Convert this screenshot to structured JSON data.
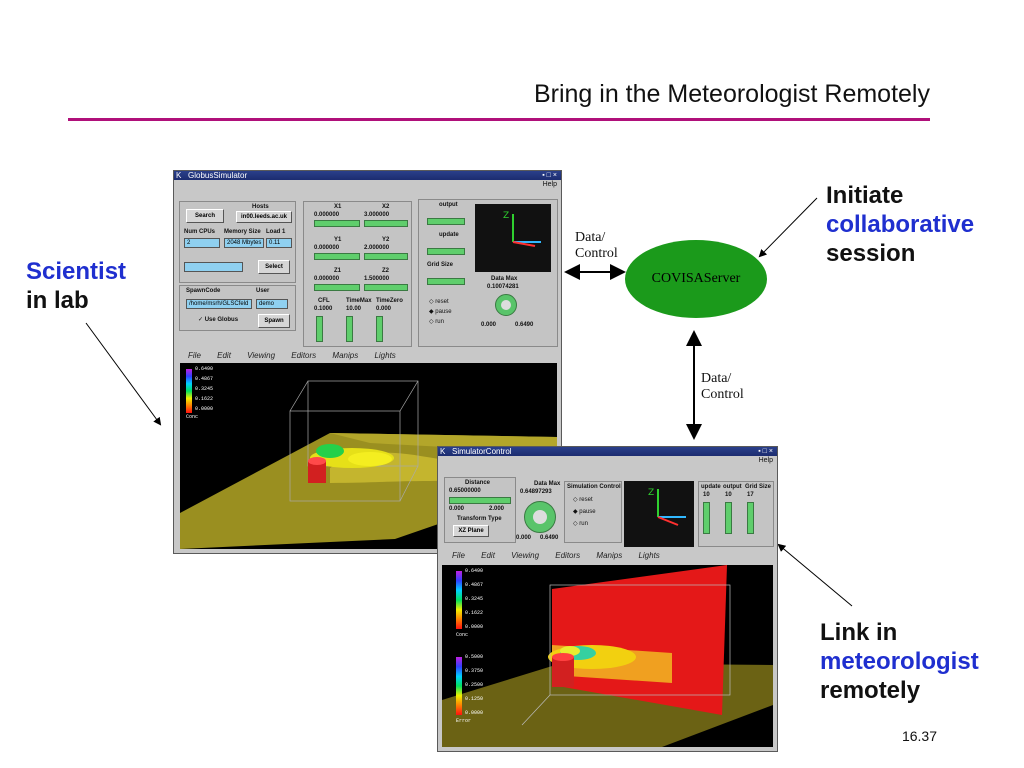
{
  "slide": {
    "title": "Bring in the Meteorologist Remotely",
    "page_number": "16.37",
    "accent_color": "#b0107a"
  },
  "callouts": {
    "scientist_line1": "Scientist",
    "scientist_line2": "in lab",
    "initiate_line1": "Initiate",
    "initiate_line2": "collaborative",
    "initiate_line3": "session",
    "link_line1": "Link in",
    "link_line2": "meteorologist",
    "link_line3": "remotely"
  },
  "server": {
    "label": "COVISAServer",
    "fill_color": "#1b9a1b",
    "link_top_line1": "Data/",
    "link_top_line2": "Control",
    "link_right_line1": "Data/",
    "link_right_line2": "Control"
  },
  "globus_window": {
    "title": "GlobusSimulator",
    "help": "Help",
    "hosts_label": "Hosts",
    "search_btn": "Search",
    "host_value": "in00.leeds.ac.uk",
    "num_cpus_label": "Num CPUs",
    "memory_label": "Memory Size",
    "load_label": "Load 1",
    "num_cpus_value": "2",
    "memory_value": "2048 Mbytes",
    "load_value": "0.11",
    "select_btn": "Select",
    "spawncode_label": "SpawnCode",
    "user_label": "User",
    "spawncode_value": "/home/msrh/GLSCfeld",
    "user_value": "demo",
    "use_globus": "Use Globus",
    "spawn_btn": "Spawn",
    "x1": "X1",
    "x2": "X2",
    "x1_value": "0.000000",
    "x2_value": "3.000000",
    "y1": "Y1",
    "y2": "Y2",
    "y1_value": "0.000000",
    "y2_value": "2.000000",
    "z1": "Z1",
    "z2": "Z2",
    "z1_value": "0.000000",
    "z2_value": "1.500000",
    "cfl": "CFL",
    "tmax": "TimeMax",
    "tzero": "TimeZero",
    "cfl_value": "0.1000",
    "tmax_value": "10.00",
    "tzero_value": "0.000",
    "output": "output",
    "update": "update",
    "grid_size": "Grid Size",
    "datamax": "Data Max",
    "datamax_value": "0.10074281",
    "reset": "reset",
    "pause": "pause",
    "run": "run",
    "dial_min": "0.000",
    "dial_max": "0.6490",
    "viewer_menu": [
      "File",
      "Edit",
      "Viewing",
      "Editors",
      "Manips",
      "Lights"
    ],
    "colorbar_ticks": [
      "0.6490",
      "0.4867",
      "0.3245",
      "0.1622",
      "0.0000"
    ],
    "colorbar_title": "Conc"
  },
  "control_window": {
    "title": "SimulatorControl",
    "help": "Help",
    "distance_label": "Distance",
    "distance_value": "0.65000000",
    "dist_min": "0.000",
    "dist_max": "2.000",
    "transform_label": "Transform Type",
    "transform_value": "XZ Plane",
    "datamax_label": "Data Max",
    "datamax_value": "0.64897293",
    "dial_min": "0.000",
    "dial_max": "0.6490",
    "sim_control": "Simulation Control",
    "reset": "reset",
    "pause": "pause",
    "run": "run",
    "update": "update",
    "output": "output",
    "grid_size": "Grid Size",
    "update_value": "10",
    "output_value": "10",
    "grid_value": "17",
    "viewer_menu": [
      "File",
      "Edit",
      "Viewing",
      "Editors",
      "Manips",
      "Lights"
    ],
    "cb1_ticks": [
      "0.6490",
      "0.4867",
      "0.3245",
      "0.1622",
      "0.0000"
    ],
    "cb1_title": "Conc",
    "cb2_ticks": [
      "0.5000",
      "0.3750",
      "0.2500",
      "0.1250",
      "0.0000"
    ],
    "cb2_title": "Error"
  }
}
